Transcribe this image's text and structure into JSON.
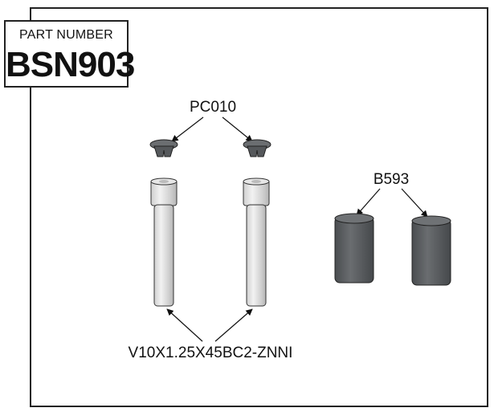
{
  "part_box": {
    "label": "PART NUMBER",
    "number": "BSN903"
  },
  "callouts": {
    "clip": "PC010",
    "bushing": "B593",
    "bolt": "V10X1.25X45BC2-ZNNI"
  },
  "colors": {
    "clip_fill": "#5a5d60",
    "bushing_fill": "#55585b",
    "bolt_fill": "#d9d9d9",
    "outline": "#222222"
  }
}
